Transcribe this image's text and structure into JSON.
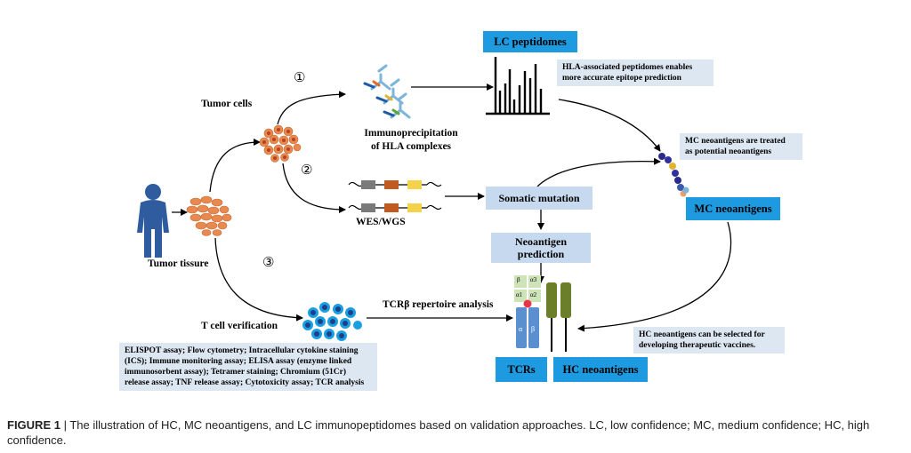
{
  "labels": {
    "tumor_cells": "Tumor cells",
    "tumor_tissue": "Tumor tissure",
    "immunoprecipitation": "Immunoprecipitation",
    "of_hla": "of HLA complexes",
    "wes_wgs": "WES/WGS",
    "tcr_analysis": "TCRβ repertoire analysis",
    "t_cell_verification": "T cell verification",
    "step1": "①",
    "step2": "②",
    "step3": "③",
    "beta": "β",
    "alpha3": "α3",
    "alpha1": "α1",
    "alpha2": "α2",
    "tcr_alpha": "α",
    "tcr_beta": "β"
  },
  "boxes": {
    "lc_peptidomes": "LC peptidomes",
    "mc_neoantigens": "MC neoantigens",
    "tcrs": "TCRs",
    "hc_neoantigens": "HC neoantigens",
    "somatic_mutation": "Somatic mutation",
    "neo_pred_1": "Neoantigen",
    "neo_pred_2": "prediction"
  },
  "notes": {
    "hla_1": "HLA-associated peptidomes enables",
    "hla_2": "more accurate epitope prediction",
    "mc_1": "MC neoantigens are treated",
    "mc_2": "as potential neoantigens",
    "hc_1": "HC neoantigens can be selected for",
    "hc_2": "developing therapeutic vaccines.",
    "assay_1": "ELISPOT assay; Flow cytometry; Intracellular cytokine staining",
    "assay_2": "(ICS); Immune monitoring assay; ELISA assay (enzyme linked",
    "assay_3": "immunosorbent assay); Tetramer staining; Chromium (51Cr)",
    "assay_4": "release assay; TNF release assay; Cytotoxicity assay; TCR analysis"
  },
  "caption": {
    "figure_label": "FIGURE 1",
    "text": " | The illustration of HC, MC neoantigens, and LC immunopeptidomes based on validation approaches. LC, low confidence; MC, medium confidence; HC, high confidence."
  },
  "colors": {
    "blue_box": "#1e9be0",
    "light_box": "#dce7f2",
    "mid_box": "#c6d9ee",
    "person": "#2e5c9e",
    "tumor_cell": "#e8894f",
    "green_bar": "#6b7f2a"
  }
}
